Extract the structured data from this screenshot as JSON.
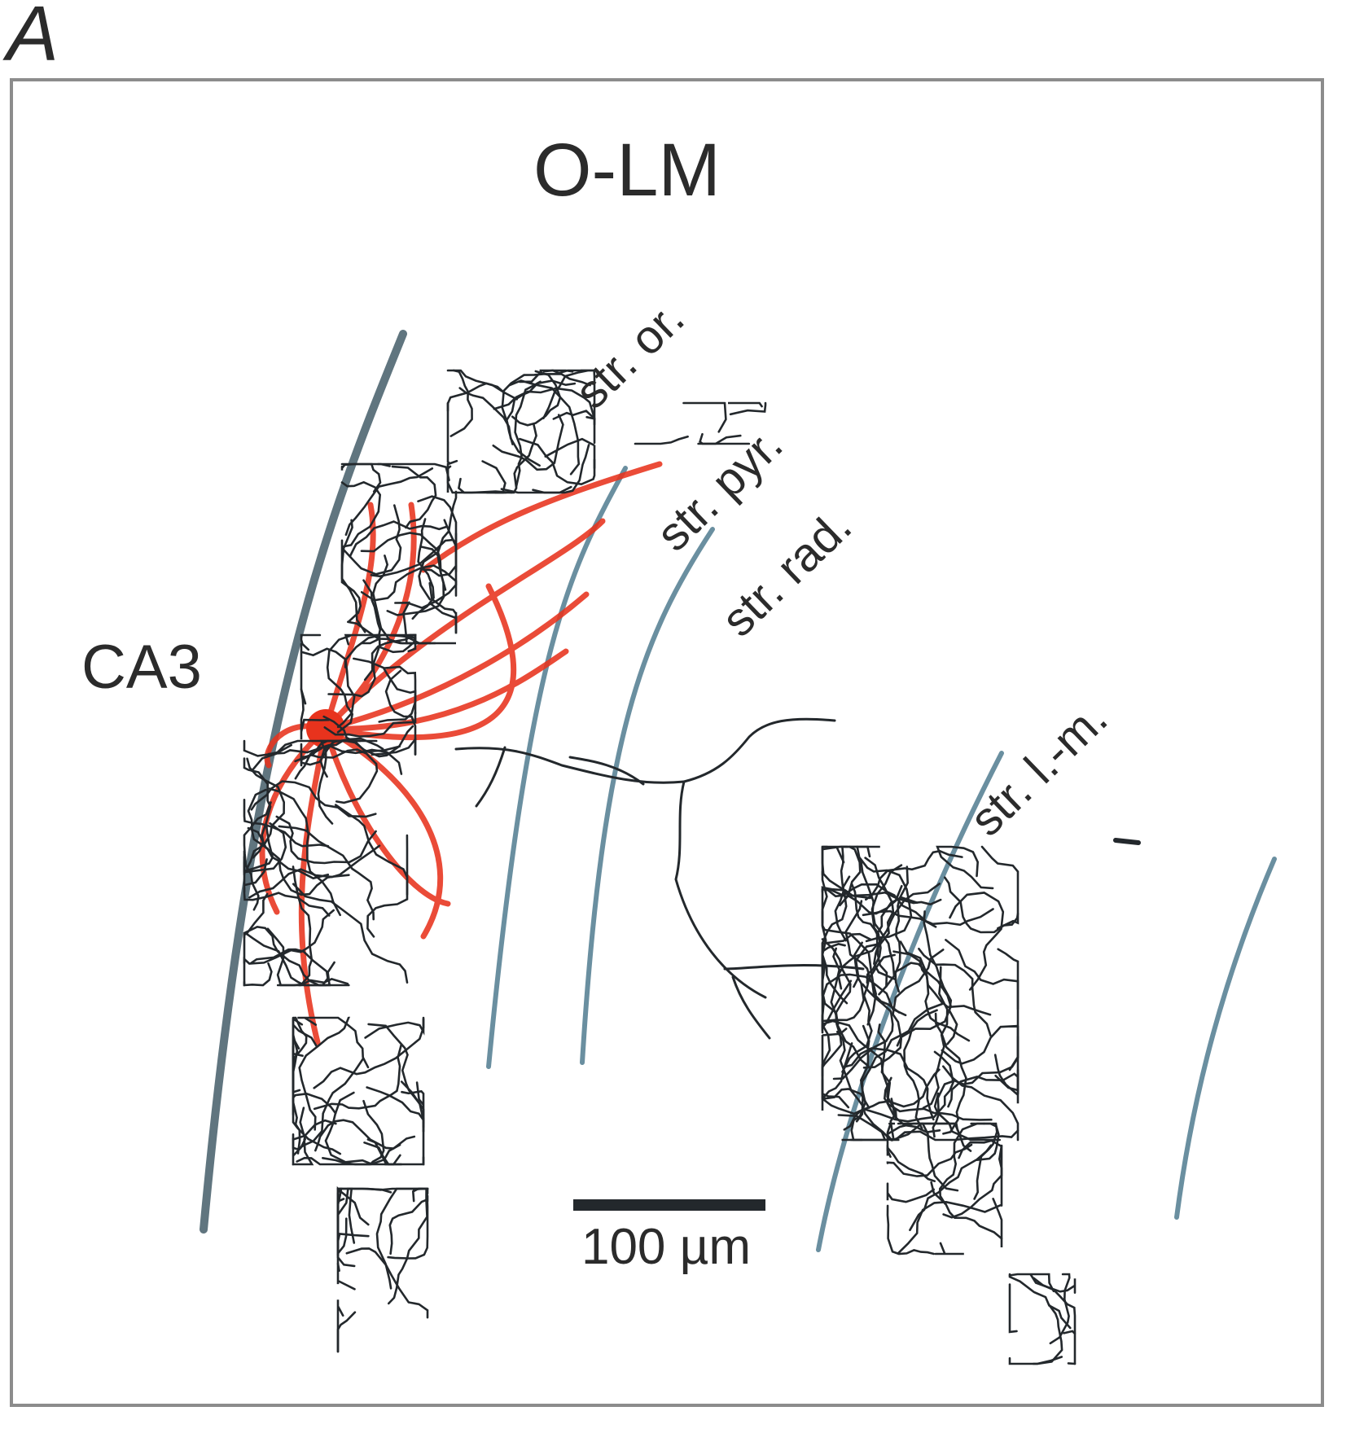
{
  "figure": {
    "panel_letter": "A",
    "title": "O-LM",
    "region_label": "CA3",
    "layers": {
      "oriens": "str. or.",
      "pyramidale": "str. pyr.",
      "radiatum": "str. rad.",
      "lacunosum_moleculare": "str. l.-m."
    },
    "scale_bar": {
      "label": "100 µm",
      "length_um": 100
    }
  },
  "colors": {
    "frame": "#8c8c8c",
    "boundary": "#6a8fa0",
    "boundary_dark": "#60757f",
    "axon_dark": "#23282c",
    "dendrite_red": "#e8331d",
    "text": "#2b2b2b"
  }
}
